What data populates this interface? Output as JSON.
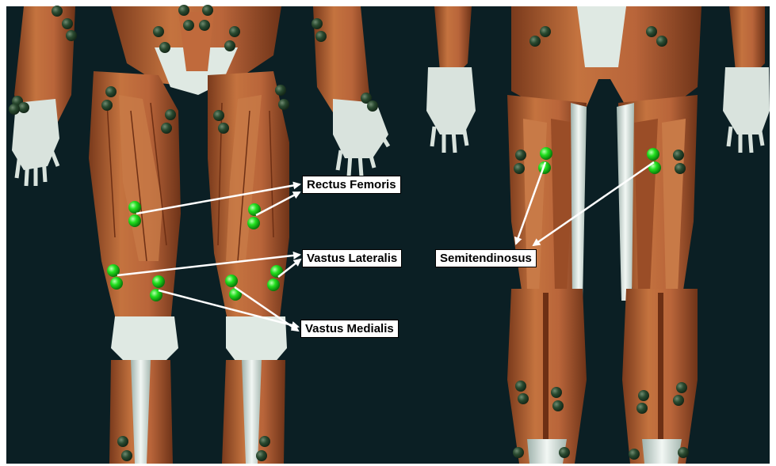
{
  "figure": {
    "background_color": "#0b1f24",
    "muscle_color": "#b5643a",
    "tendon_color": "#dfe9e3",
    "active_electrode_color": "#22e01f",
    "inactive_electrode_color": "#2a4a30",
    "views": [
      "anterior legs",
      "posterior legs"
    ]
  },
  "labels": {
    "rectus_femoris": "Rectus Femoris",
    "vastus_lateralis": "Vastus Lateralis",
    "vastus_medialis": "Vastus Medialis",
    "semitendinosus": "Semitendinosus"
  }
}
